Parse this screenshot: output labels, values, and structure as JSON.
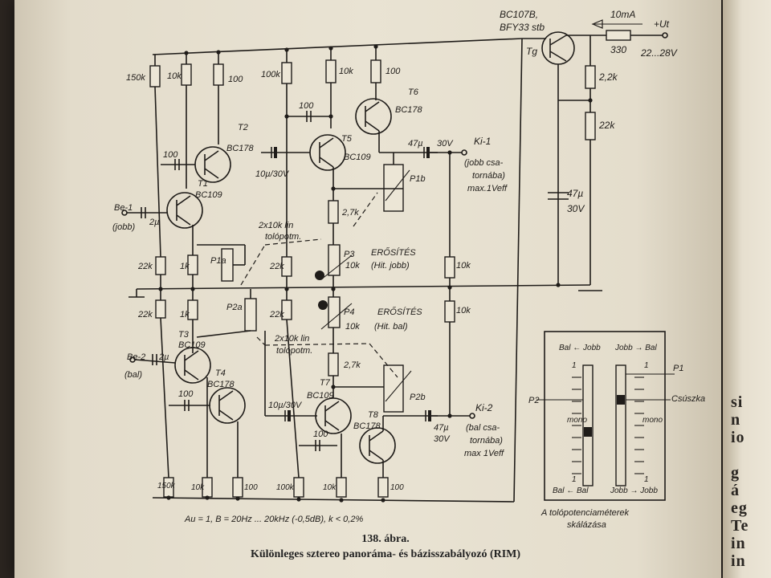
{
  "caption": {
    "number": "138. ábra.",
    "title": "Különleges sztereo panoráma- és bázisszabályozó (RIM)"
  },
  "spec_line": "Au = 1, B = 20Hz ... 20kHz (-0,5dB), k < 0,2%",
  "power": {
    "transistor": "BC107B,",
    "transistor2": "BFY33 stb",
    "current": "10mA",
    "rail_label": "+Ut",
    "voltage": "22...28V",
    "resistors": [
      "330",
      "2,2k",
      "22k"
    ],
    "capacitor": "47µ",
    "capacitor_voltage": "30V",
    "tg_label": "Tg"
  },
  "top_channel": {
    "input": "Be-1",
    "input_sub": "(jobb)",
    "input_cap": "2µ",
    "resistors": [
      "150k",
      "10k",
      "100",
      "100k",
      "10k",
      "100",
      "22k",
      "1k",
      "22k",
      "2,7k",
      "10k"
    ],
    "cap_100a": "100",
    "cap_100b": "100",
    "coupling_cap": "10µ/30V",
    "out_cap": "47µ",
    "out_cap_v": "30V",
    "transistors": [
      {
        "name": "T1",
        "type": "BC109"
      },
      {
        "name": "T2",
        "type": "BC178"
      },
      {
        "name": "T5",
        "type": "BC109"
      },
      {
        "name": "T6",
        "type": "BC178"
      }
    ],
    "pot_gain": "P3",
    "pot_gain_value": "10k",
    "gain_label": "ERŐSÍTÉS",
    "gain_sub": "(Hit. jobb)",
    "pot_balance": "P1b",
    "pot_pan": "P1a",
    "pan_label_1": "2x10k lin",
    "pan_label_2": "tolópotm.",
    "output": "Ki-1",
    "output_sub_1": "(jobb csa-",
    "output_sub_2": "tornába)",
    "output_sub_3": "max.1Veff"
  },
  "bottom_channel": {
    "input": "Be-2",
    "input_sub": "(bal)",
    "input_cap": "2µ",
    "resistors": [
      "150k",
      "10k",
      "100",
      "100k",
      "10k",
      "100",
      "22k",
      "1k",
      "22k",
      "2,7k",
      "10k"
    ],
    "cap_100a": "100",
    "cap_100b": "100",
    "coupling_cap": "10µ/30V",
    "out_cap": "47µ",
    "out_cap_v": "30V",
    "transistors": [
      {
        "name": "T3",
        "type": "BC109"
      },
      {
        "name": "T4",
        "type": "BC178"
      },
      {
        "name": "T7",
        "type": "BC109"
      },
      {
        "name": "T8",
        "type": "BC178"
      }
    ],
    "pot_gain": "P4",
    "pot_gain_value": "10k",
    "gain_label": "ERŐSÍTÉS",
    "gain_sub": "(Hit. bal)",
    "pot_balance": "P2b",
    "pot_pan": "P2a",
    "pan_label_1": "2x10k lin",
    "pan_label_2": "tolópotm.",
    "output": "Ki-2",
    "output_sub_1": "(bal csa-",
    "output_sub_2": "tornába)",
    "output_sub_3": "max 1Veff"
  },
  "inset": {
    "left_header": "Bal ← Jobb",
    "right_header": "Jobb → Bal",
    "left_footer": "Bal ← Bal",
    "right_footer": "Jobb → Jobb",
    "tick_top_left": "1",
    "tick_top_right": "1",
    "tick_bottom_left": "1",
    "tick_bottom_right": "1",
    "mono_left": "mono",
    "mono_right": "mono",
    "p1_label": "P1",
    "p2_label": "P2",
    "slider_label": "Csúszka",
    "caption_1": "A tolópotenciaméterek",
    "caption_2": "skálázása"
  },
  "next_page_text": "si\nn\nio\n\ng\ná\neg\nTe\nin\nin"
}
